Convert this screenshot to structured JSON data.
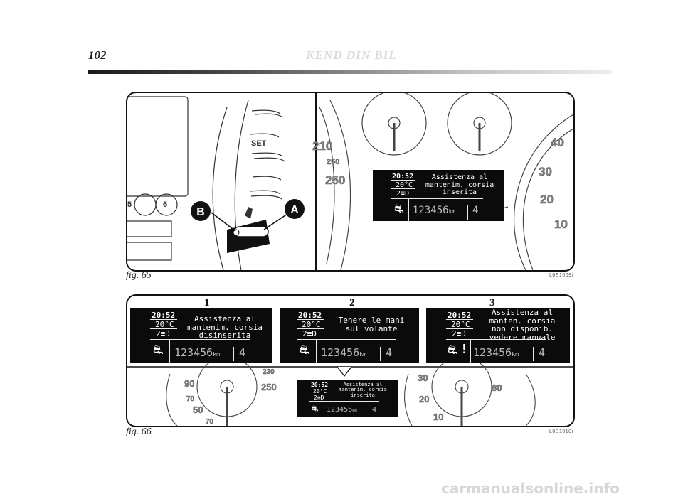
{
  "page": {
    "number": "102",
    "title": "KEND DIN BIL"
  },
  "figures": [
    {
      "caption": "fig. 65",
      "code": "L0E1009i",
      "labels": {
        "a": "A",
        "b": "B"
      },
      "stalk_text": "SET",
      "gauge_numbers": [
        "210",
        "250",
        "250",
        "40",
        "30",
        "20",
        "10"
      ],
      "display": {
        "time": "20:52",
        "temp": "20°C",
        "gear": "2",
        "gear_mode": "D",
        "message": "Assistenza al\nmantenim. corsia\ninserita",
        "odo": "123456",
        "odo_unit": "km",
        "trip": "4"
      }
    },
    {
      "caption": "fig. 66",
      "code": "L0E1010i",
      "gauge_numbers": [
        "90",
        "70",
        "50",
        "70",
        "230",
        "250",
        "30",
        "20",
        "10",
        "80"
      ],
      "panels": [
        {
          "num": "1",
          "time": "20:52",
          "temp": "20°C",
          "gear": "2",
          "gear_mode": "D",
          "message": "Assistenza al\nmantenim. corsia\ndisinserita",
          "odo": "123456",
          "odo_unit": "km",
          "trip": "4"
        },
        {
          "num": "2",
          "time": "20:52",
          "temp": "20°C",
          "gear": "2",
          "gear_mode": "D",
          "message": "Tenere le mani\nsul volante",
          "odo": "123456",
          "odo_unit": "km",
          "trip": "4"
        },
        {
          "num": "3",
          "time": "20:52",
          "temp": "20°C",
          "gear": "2",
          "gear_mode": "D",
          "message": "Assistenza al\nmanten. corsia\nnon disponib.\nvedere manuale",
          "odo": "123456",
          "odo_unit": "km",
          "trip": "4"
        }
      ],
      "center_display": {
        "time": "20:52",
        "temp": "20°C",
        "gear": "2",
        "gear_mode": "D",
        "message": "Assistenza al\nmantenim. corsia\ninserita",
        "odo": "123456",
        "odo_unit": "km",
        "trip": "4"
      }
    }
  ],
  "watermark": "carmanualsonline.info",
  "icons": [
    "lane-assist-icon",
    "warning-exclamation-icon",
    "gear-indicator-icon"
  ]
}
